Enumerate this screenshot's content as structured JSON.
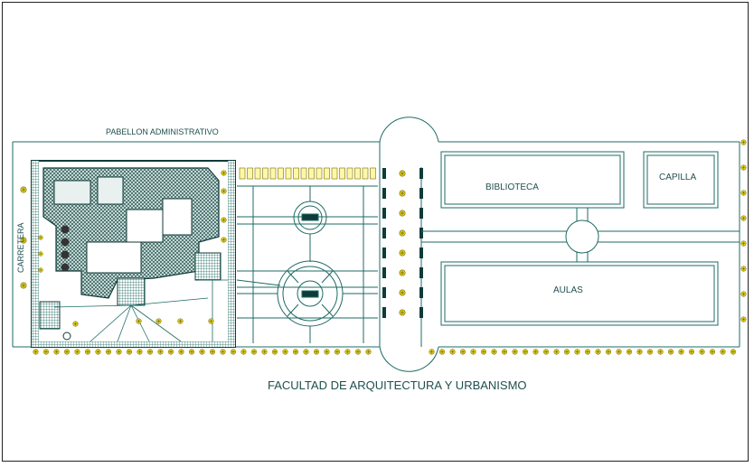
{
  "title": "FACULTAD DE ARQUITECTURA Y URBANISMO",
  "labels": {
    "pabellon": "PABELLON ADMINISTRATIVO",
    "carretera": "CARRETERA",
    "biblioteca": "BIBLIOTECA",
    "capilla": "CAPILLA",
    "aulas": "AULAS"
  },
  "colors": {
    "line": "#1e6b64",
    "dark": "#0f3b38",
    "tree": "#e3d31b",
    "label": "#1f4f4f",
    "frame": "#222222"
  }
}
